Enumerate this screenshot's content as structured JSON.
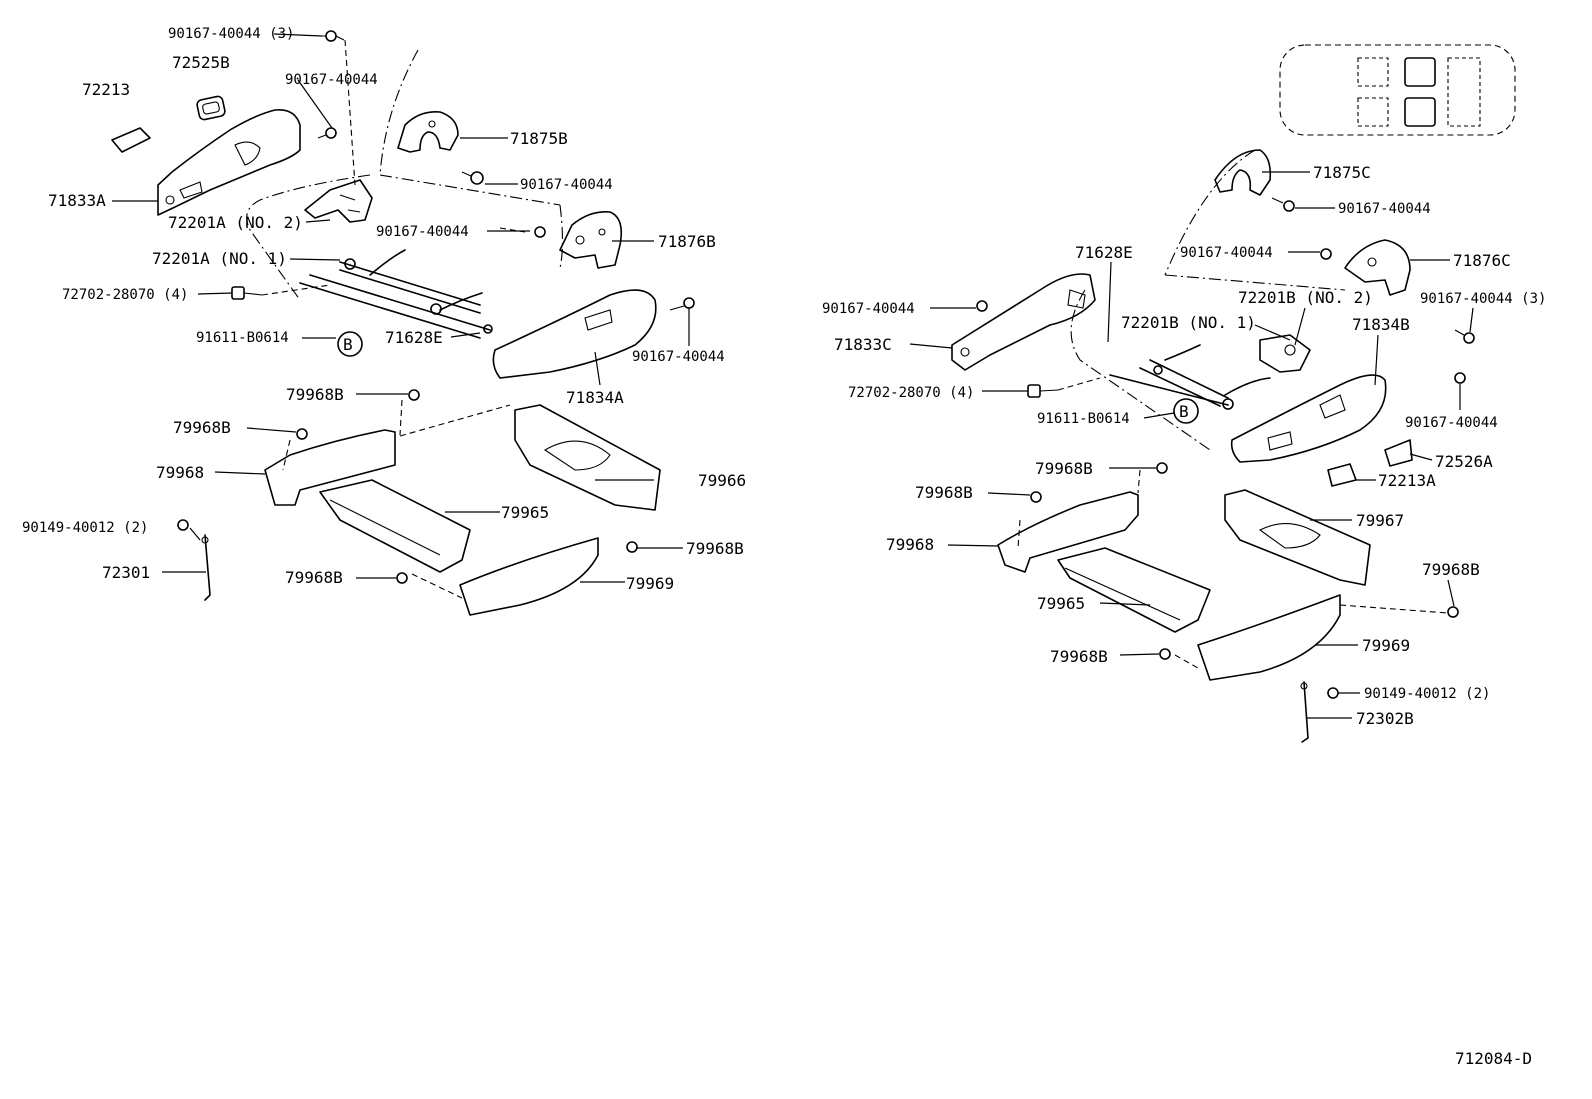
{
  "diagram": {
    "code": "712084-D",
    "left": {
      "labels": [
        "90167-40044 (3)",
        "72525B",
        "72213",
        "90167-40044",
        "71875B",
        "71833A",
        "90167-40044",
        "72201A (NO. 2)",
        "90167-40044",
        "71876B",
        "72201A (NO. 1)",
        "72702-28070 (4)",
        "91611-B0614",
        "71628E",
        "90167-40044",
        "71834A",
        "79968B",
        "79968B",
        "79968",
        "79966",
        "79965",
        "90149-40012 (2)",
        "79968B",
        "72301",
        "79968B",
        "79969"
      ],
      "callout": "B"
    },
    "right": {
      "labels": [
        "71875C",
        "90167-40044",
        "90167-40044",
        "71876C",
        "71628E",
        "90167-40044",
        "90167-40044 (3)",
        "72201B (NO. 2)",
        "72201B (NO. 1)",
        "71834B",
        "71833C",
        "72702-28070 (4)",
        "90167-40044",
        "91611-B0614",
        "72526A",
        "79968B",
        "72213A",
        "79968B",
        "79967",
        "79968",
        "79968B",
        "79965",
        "79969",
        "79968B",
        "90149-40012 (2)",
        "72302B"
      ],
      "callout": "B"
    }
  }
}
